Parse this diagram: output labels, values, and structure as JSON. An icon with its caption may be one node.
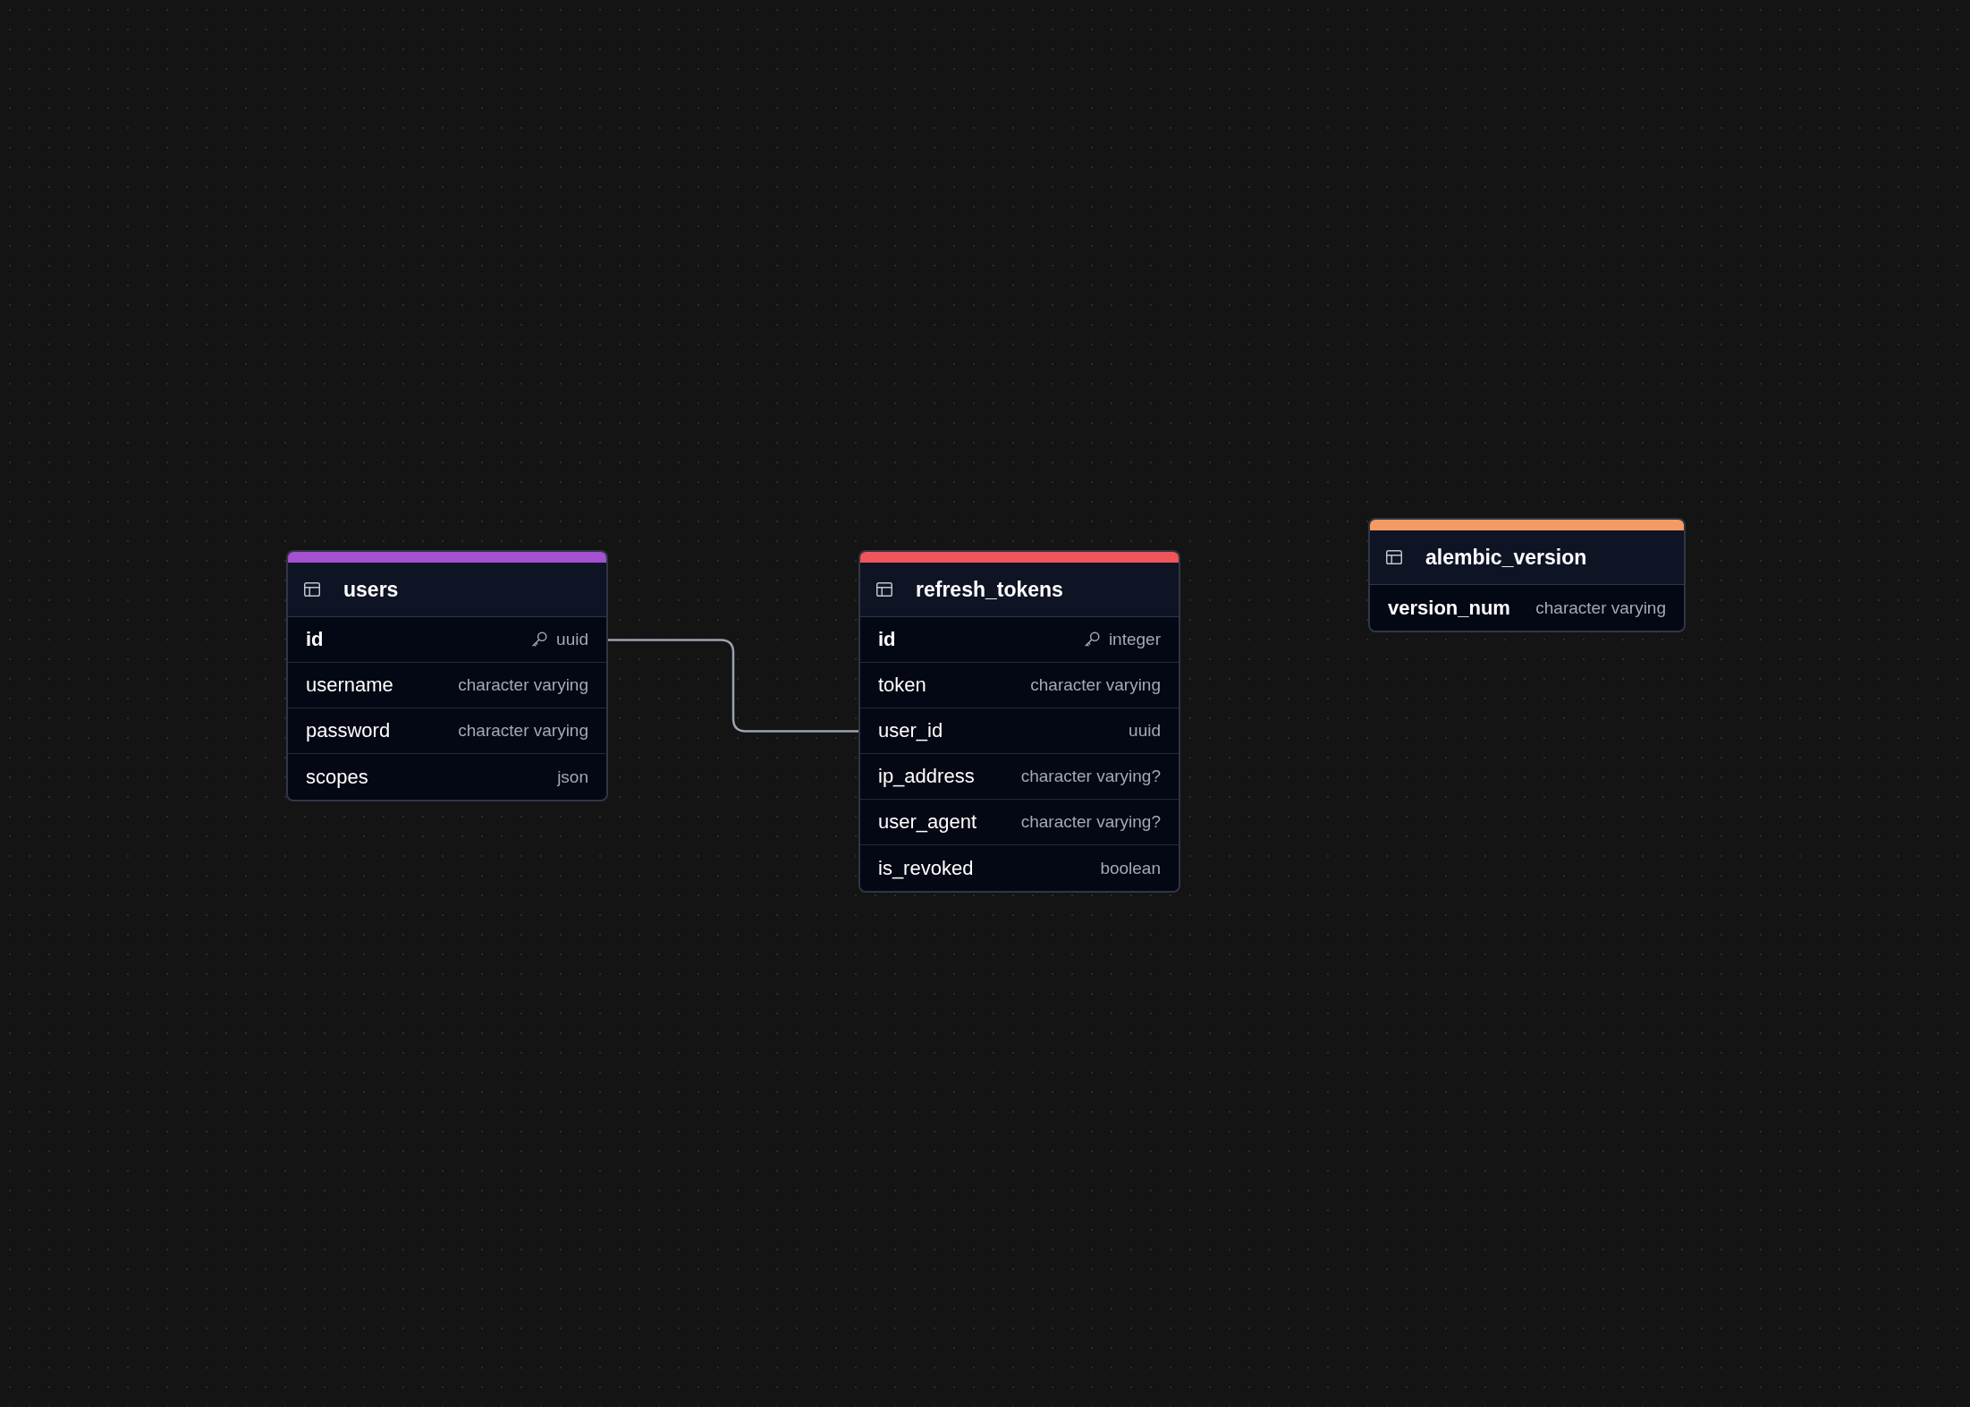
{
  "diagram": {
    "nodes": [
      {
        "text": [
          "users"
        ]
      },
      {
        "text": [
          "id",
          "uuid"
        ],
        "in": 0
      },
      {
        "text": [
          "username",
          "character varying"
        ],
        "in": 0
      },
      {
        "text": [
          "password",
          "character varying"
        ],
        "in": 0
      },
      {
        "text": [
          "scopes",
          "json"
        ],
        "in": 0
      },
      {
        "text": [
          "refresh_tokens"
        ]
      },
      {
        "text": [
          "id",
          "integer"
        ],
        "in": 5
      },
      {
        "text": [
          "token",
          "character varying"
        ],
        "in": 5
      },
      {
        "text": [
          "user_id",
          "uuid"
        ],
        "in": 5
      },
      {
        "text": [
          "ip_address",
          "character varying?"
        ],
        "in": 5
      },
      {
        "text": [
          "user_agent",
          "character varying?"
        ],
        "in": 5
      },
      {
        "text": [
          "is_revoked",
          "boolean"
        ],
        "in": 5
      },
      {
        "text": [
          "alembic_version"
        ]
      },
      {
        "text": [
          "version_num",
          "character varying"
        ],
        "in": 12
      }
    ],
    "edges": [
      {
        "from": 1,
        "to": 8,
        "arrow": "none"
      }
    ]
  }
}
